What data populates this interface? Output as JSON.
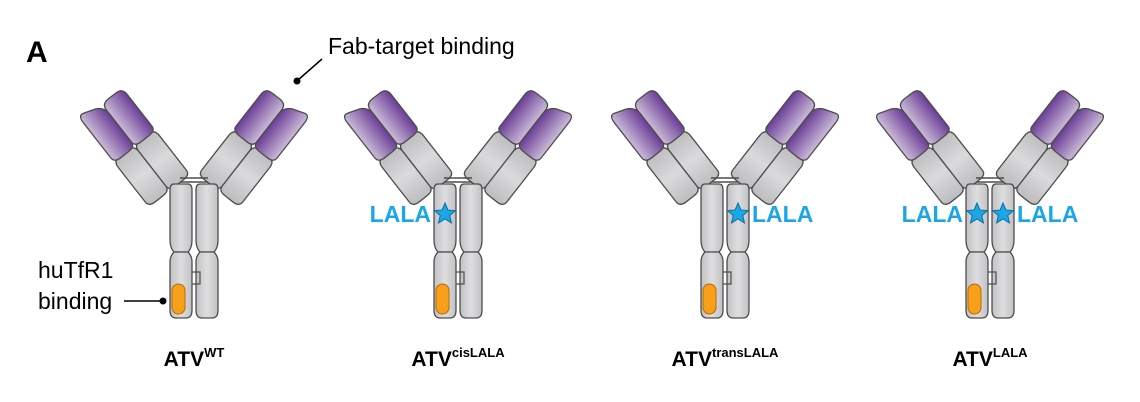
{
  "panel_letter": "A",
  "callouts": {
    "fab_target": "Fab-target binding",
    "tfr_line1": "huTfR1",
    "tfr_line2": "binding"
  },
  "lala_text": "LALA",
  "colors": {
    "fab_purple_dark": "#6a3d96",
    "fab_purple_light": "#cbbbd8",
    "domain_gray": "#cfcfd1",
    "domain_gray_dark": "#b7b7ba",
    "outline": "#4d4d4d",
    "tfr_orange": "#f7a11b",
    "lala_blue": "#1ba6e6"
  },
  "constructs": [
    {
      "base": "ATV",
      "sup": "WT",
      "lala_left": false,
      "lala_right": false
    },
    {
      "base": "ATV",
      "sup": "cisLALA",
      "lala_left": true,
      "lala_right": false
    },
    {
      "base": "ATV",
      "sup": "transLALA",
      "lala_left": false,
      "lala_right": true
    },
    {
      "base": "ATV",
      "sup": "LALA",
      "lala_left": true,
      "lala_right": true
    }
  ]
}
